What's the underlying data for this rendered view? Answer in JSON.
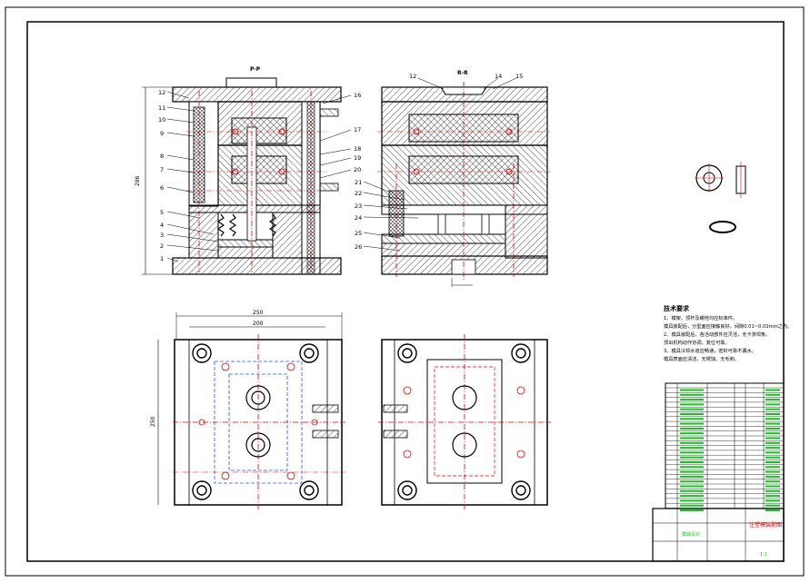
{
  "views": {
    "left_section_title": "P-P",
    "right_section_title": "R-R"
  },
  "left_labels": [
    "12",
    "11",
    "10",
    "9",
    "8",
    "7",
    "6",
    "5",
    "4",
    "3",
    "2",
    "1"
  ],
  "right_labels_left_view": [
    "16",
    "17",
    "18",
    "19",
    "20"
  ],
  "right_view_top_labels": [
    "12",
    "14",
    "15"
  ],
  "right_view_left_labels": [
    "21",
    "22",
    "23",
    "24",
    "25",
    "26"
  ],
  "dimensions": {
    "height_left": "286",
    "width_outer": "250",
    "width_inner": "200",
    "height_plan": "250"
  },
  "tech_requirements": {
    "heading": "技术要求",
    "lines": [
      "1、模架、顶杆及螺栓均应标准件。",
      "  模具装配后，分型面应接触良好，间隙0.01~0.02mm之内。",
      "2、模具装配后，各活动部件应灵活，无卡滞现象。",
      "  顶出机构动作协调，复位可靠。",
      "3、模具冷却水道应畅通，密封可靠不漏水。",
      "  模具表面应清洁，无锈蚀、无毛刺。"
    ]
  },
  "title_block": {
    "school": "模具设计",
    "drawing_name": "注塑模装配图",
    "scale": "1:1"
  },
  "colors": {
    "line": "#000000",
    "centerline": "#e00000",
    "hidden": "#2255ff",
    "title_text": "#12c41a"
  }
}
